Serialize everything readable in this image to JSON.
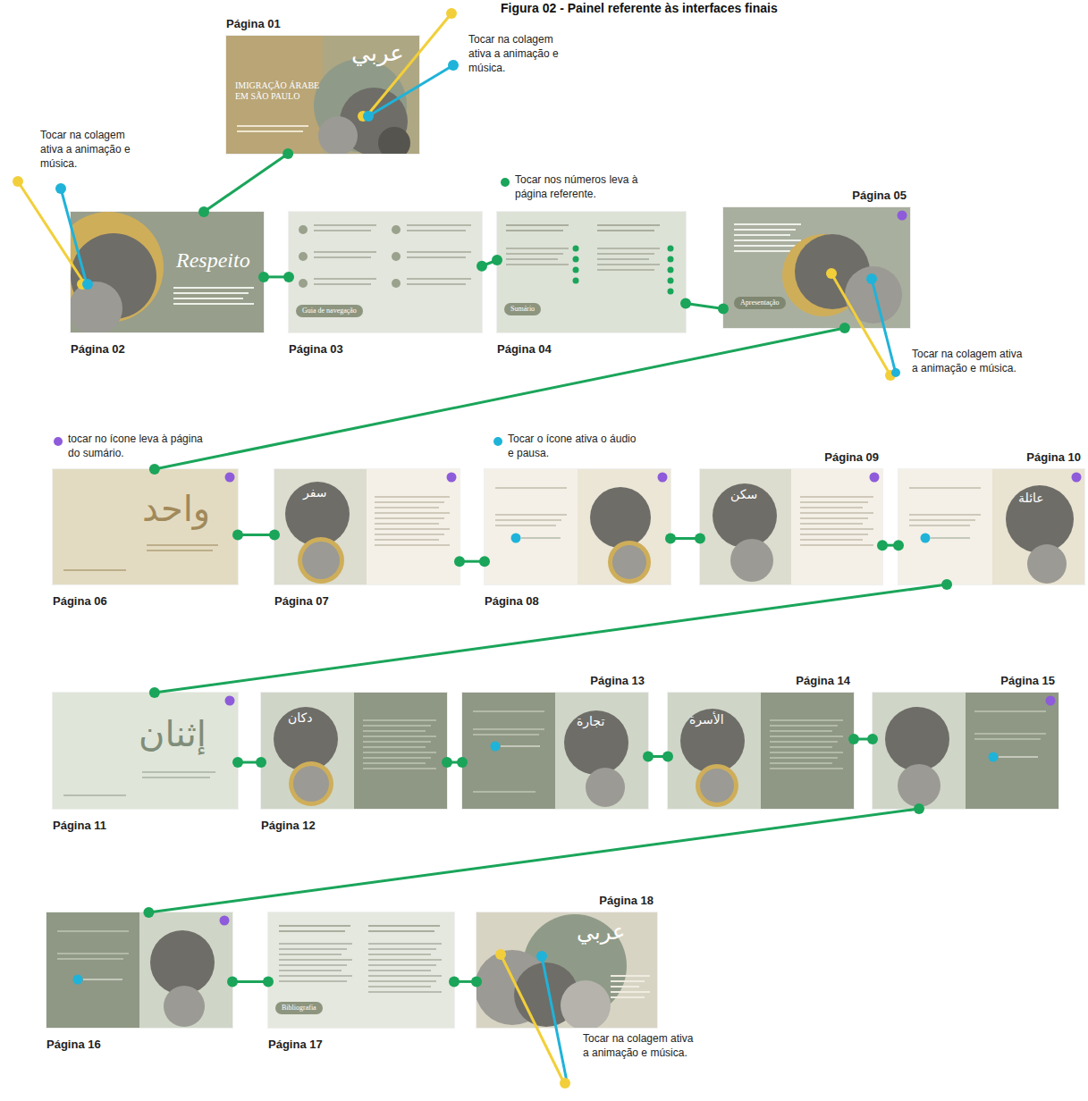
{
  "diagram": {
    "title": "Figura 02 - Painel referente às interfaces finais",
    "nodes": [
      {
        "text": [
          "Página 01",
          "عربي",
          "IMIGRAÇÃO ÁRABE EM SÃO PAULO"
        ]
      },
      {
        "text": [
          "Página 02",
          "Respeito"
        ]
      },
      {
        "text": [
          "Página 03",
          "Guia de navegação"
        ]
      },
      {
        "text": [
          "Página 04",
          "Sumário"
        ]
      },
      {
        "text": [
          "Página 05",
          "Apresentação"
        ]
      },
      {
        "text": [
          "Página 06",
          "واحد"
        ]
      },
      {
        "text": [
          "Página 07",
          "سفر"
        ]
      },
      {
        "text": [
          "Página 08"
        ]
      },
      {
        "text": [
          "Página 09",
          "سكن"
        ]
      },
      {
        "text": [
          "Página 10",
          "عائلة"
        ]
      },
      {
        "text": [
          "Página 11",
          "إثنان"
        ]
      },
      {
        "text": [
          "Página 12",
          "دكان"
        ]
      },
      {
        "text": [
          "Página 13",
          "تجارة"
        ]
      },
      {
        "text": [
          "Página 14",
          "الأسرة"
        ]
      },
      {
        "text": [
          "Página 15"
        ]
      },
      {
        "text": [
          "Página 16"
        ]
      },
      {
        "text": [
          "Página 17",
          "Bibliografia"
        ]
      },
      {
        "text": [
          "Página 18",
          "عربي"
        ]
      }
    ],
    "edges": [
      {
        "from": 0,
        "to": 1,
        "arrow": "none"
      },
      {
        "from": 1,
        "to": 2,
        "arrow": "none"
      },
      {
        "from": 2,
        "to": 3,
        "arrow": "none"
      },
      {
        "from": 3,
        "to": 4,
        "arrow": "none"
      },
      {
        "from": 4,
        "to": 5,
        "arrow": "none"
      },
      {
        "from": 5,
        "to": 6,
        "arrow": "none"
      },
      {
        "from": 6,
        "to": 7,
        "arrow": "none"
      },
      {
        "from": 7,
        "to": 8,
        "arrow": "none"
      },
      {
        "from": 8,
        "to": 9,
        "arrow": "none"
      },
      {
        "from": 9,
        "to": 10,
        "arrow": "none"
      },
      {
        "from": 10,
        "to": 11,
        "arrow": "none"
      },
      {
        "from": 11,
        "to": 12,
        "arrow": "none"
      },
      {
        "from": 12,
        "to": 13,
        "arrow": "none"
      },
      {
        "from": 13,
        "to": 14,
        "arrow": "none"
      },
      {
        "from": 14,
        "to": 15,
        "arrow": "none"
      },
      {
        "from": 15,
        "to": 16,
        "arrow": "none"
      },
      {
        "from": 16,
        "to": 17,
        "arrow": "none"
      }
    ],
    "labels": [
      "Tocar na colagem ativa a animação e música.",
      "Tocar na colagem ativa a animação e música.",
      "Tocar na colagem ativa a animação e música.",
      "Tocar na colagem ativa a animação e música."
    ],
    "legend": [
      {
        "text": "Tocar nos números leva à página referente.",
        "color": "#1aa55a"
      },
      {
        "text": "tocar no ícone leva à página do sumário.",
        "color": "#8e5bdb"
      },
      {
        "text": "Tocar o ícone ativa o áudio e pausa.",
        "color": "#1fb3d9"
      }
    ]
  }
}
